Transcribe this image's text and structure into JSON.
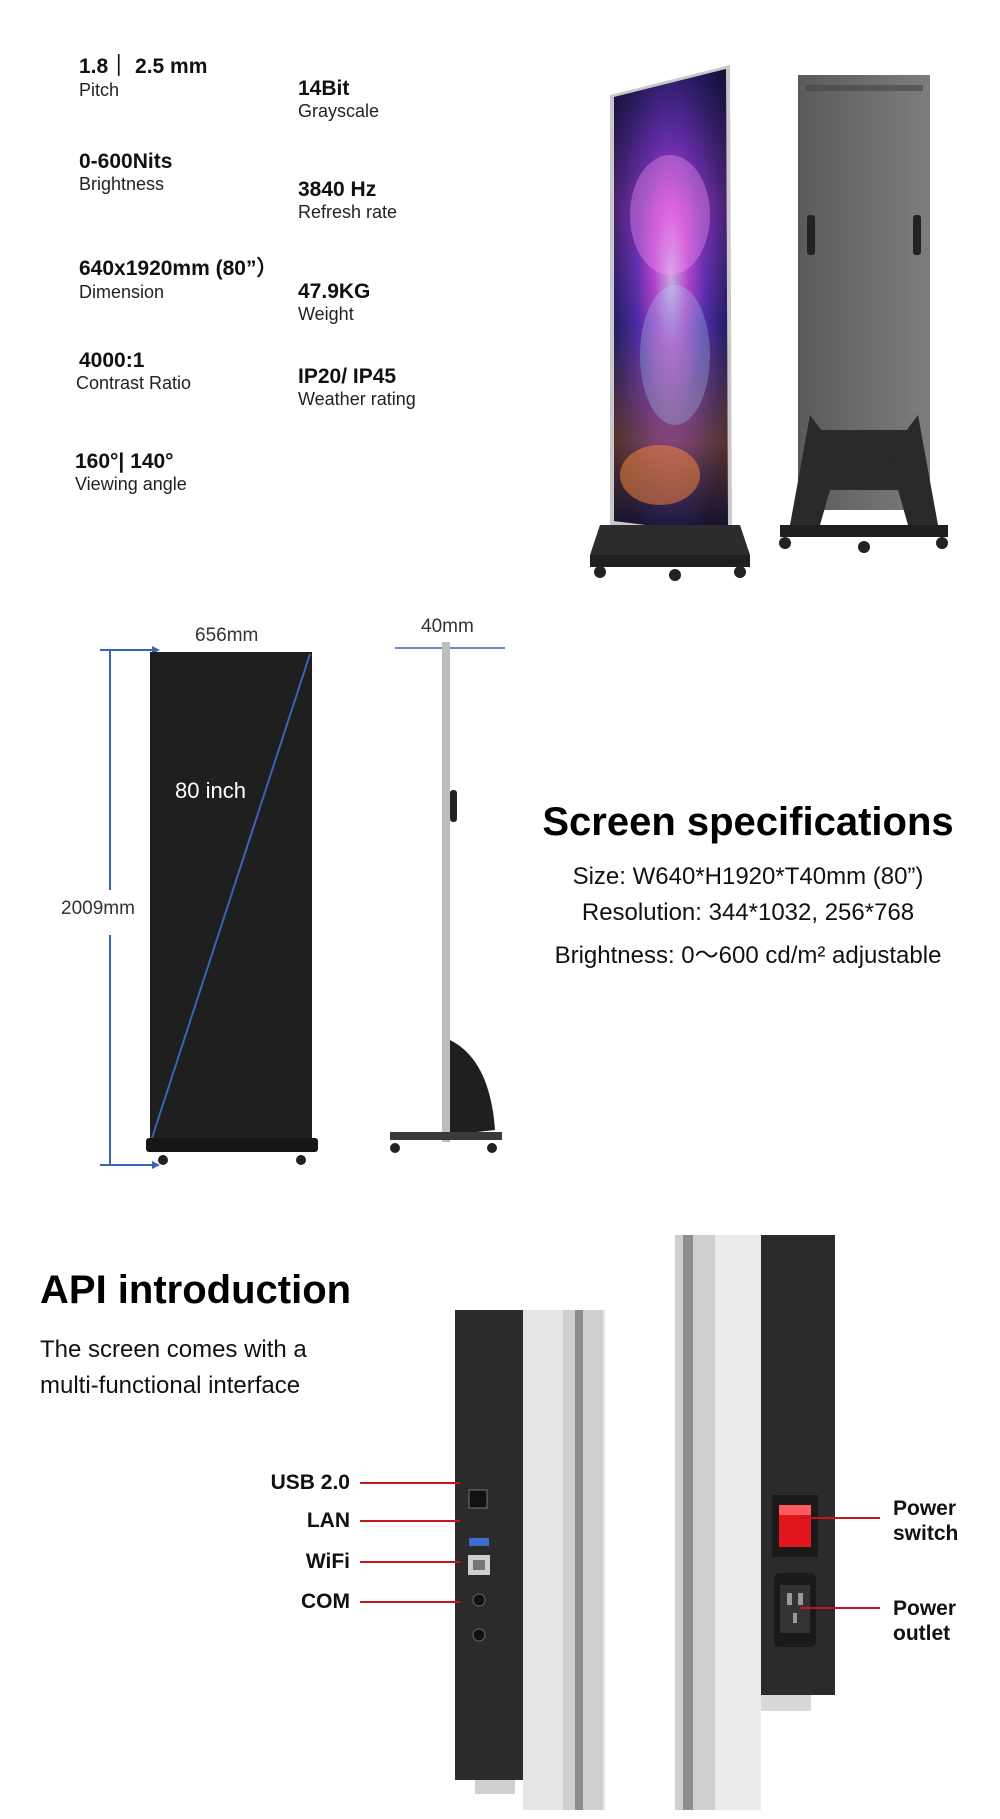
{
  "specs": [
    {
      "value": "1.8｜ 2.5 mm",
      "label": "Pitch"
    },
    {
      "value": "0-600Nits",
      "label": "Brightness"
    },
    {
      "value": "640x1920mm (80”）",
      "label": "Dimension"
    },
    {
      "value": "4000:1",
      "label": "Contrast Ratio"
    },
    {
      "value": "160°| 140°",
      "label": "Viewing angle"
    },
    {
      "value": "14Bit",
      "label": "Grayscale"
    },
    {
      "value": "3840 Hz",
      "label": "Refresh rate"
    },
    {
      "value": "47.9KG",
      "label": "Weight"
    },
    {
      "value": "IP20/ IP45",
      "label": "Weather rating"
    }
  ],
  "dimensions": {
    "width": "656mm",
    "depth": "40mm",
    "height": "2009mm",
    "diagonal": "80 inch"
  },
  "screen_specifications": {
    "title": "Screen specifications",
    "lines": [
      "Size: W640*H1920*T40mm (80”)",
      "Resolution: 344*1032, 256*768",
      "Brightness: 0～600 cd/m² adjustable"
    ]
  },
  "api": {
    "title": "API introduction",
    "description": [
      "The screen comes with a",
      "multi-functional interface"
    ],
    "ports": [
      "USB 2.0",
      "LAN",
      "WiFi",
      "COM"
    ],
    "power_switch": [
      "Power",
      "switch"
    ],
    "power_outlet": [
      "Power",
      "outlet"
    ]
  },
  "colors": {
    "callout_line": "#c8141e",
    "dimension_line": "#3c64b4",
    "panel_dark": "#2b2b2b",
    "switch_red": "#e0161c"
  }
}
